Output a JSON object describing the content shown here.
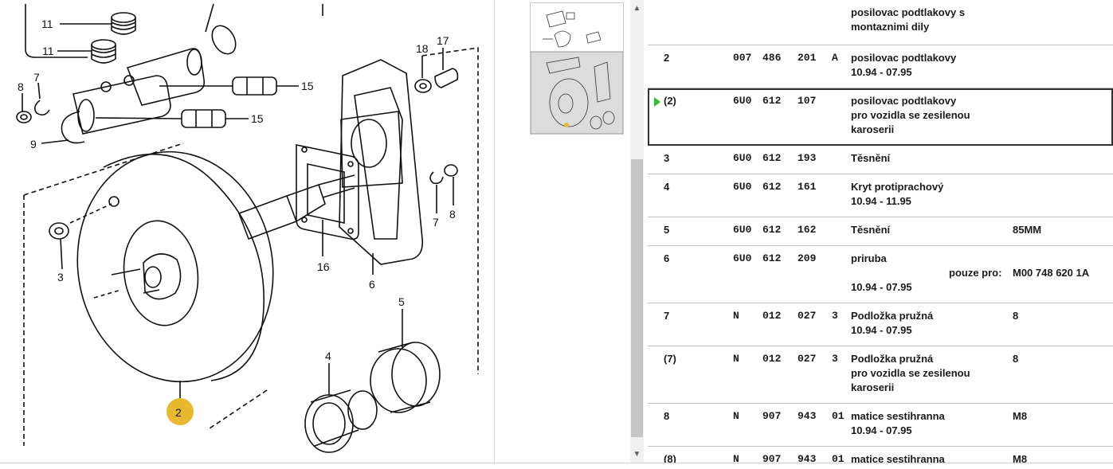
{
  "diagram": {
    "labels": {
      "l11a": "11",
      "l11b": "11",
      "l8a": "8",
      "l7a": "7",
      "l9": "9",
      "l15a": "15",
      "l15b": "15",
      "l3": "3",
      "l2": "2",
      "l4": "4",
      "l5": "5",
      "l16": "16",
      "l6": "6",
      "l7b": "7",
      "l8b": "8",
      "l18": "18",
      "l17": "17"
    },
    "highlight_color": "#e8b92f"
  },
  "thumbnail": {
    "badge": ""
  },
  "parts": [
    {
      "pos": "",
      "qual": "",
      "p1": "",
      "p2": "",
      "p3": "",
      "sfx": "",
      "desc": [
        "posilovac podtlakovy s",
        "montaznimi dily"
      ],
      "val": "",
      "note_label": "",
      "note_value": ""
    },
    {
      "pos": "2",
      "qual": "",
      "p1": "007",
      "p2": "486",
      "p3": "201",
      "sfx": "A",
      "desc": [
        "posilovac podtlakovy",
        "10.94 - 07.95"
      ],
      "val": "",
      "note_label": "",
      "note_value": ""
    },
    {
      "pos": "(2)",
      "qual": "",
      "p1": "6U0",
      "p2": "612",
      "p3": "107",
      "sfx": "",
      "desc": [
        "posilovac podtlakovy",
        "pro vozidla se zesilenou",
        "karoserii"
      ],
      "val": "",
      "note_label": "",
      "note_value": "",
      "selected": true
    },
    {
      "pos": "3",
      "qual": "",
      "p1": "6U0",
      "p2": "612",
      "p3": "193",
      "sfx": "",
      "desc": [
        "Těsnění"
      ],
      "val": "",
      "note_label": "",
      "note_value": ""
    },
    {
      "pos": "4",
      "qual": "",
      "p1": "6U0",
      "p2": "612",
      "p3": "161",
      "sfx": "",
      "desc": [
        "Kryt protiprachový",
        "10.94 - 11.95"
      ],
      "val": "",
      "note_label": "",
      "note_value": ""
    },
    {
      "pos": "5",
      "qual": "",
      "p1": "6U0",
      "p2": "612",
      "p3": "162",
      "sfx": "",
      "desc": [
        "Těsnění"
      ],
      "val": "85MM",
      "note_label": "",
      "note_value": ""
    },
    {
      "pos": "6",
      "qual": "",
      "p1": "6U0",
      "p2": "612",
      "p3": "209",
      "sfx": "",
      "desc": [
        "priruba",
        "",
        "10.94 - 07.95"
      ],
      "val": "",
      "note_label": "pouze pro:",
      "note_value": "M00 748 620 1A"
    },
    {
      "pos": "7",
      "qual": "N",
      "p1": "",
      "p2": "012",
      "p3": "027",
      "sfx": "3",
      "desc": [
        "Podložka pružná",
        "10.94 - 07.95"
      ],
      "val": "8",
      "note_label": "",
      "note_value": ""
    },
    {
      "pos": "(7)",
      "qual": "N",
      "p1": "",
      "p2": "012",
      "p3": "027",
      "sfx": "3",
      "desc": [
        "Podložka pružná",
        "pro vozidla se zesilenou",
        "karoserii"
      ],
      "val": "8",
      "note_label": "",
      "note_value": ""
    },
    {
      "pos": "8",
      "qual": "N",
      "p1": "",
      "p2": "907",
      "p3": "943",
      "sfx": "01",
      "desc": [
        "matice sestihranna",
        "10.94 - 07.95"
      ],
      "val": "M8",
      "note_label": "",
      "note_value": ""
    },
    {
      "pos": "(8)",
      "qual": "N",
      "p1": "",
      "p2": "907",
      "p3": "943",
      "sfx": "01",
      "desc": [
        "matice sestihranna"
      ],
      "val": "M8",
      "note_label": "",
      "note_value": ""
    }
  ],
  "scrollbar": {
    "up_icon": "chevron-up-icon",
    "down_icon": "chevron-down-icon"
  }
}
